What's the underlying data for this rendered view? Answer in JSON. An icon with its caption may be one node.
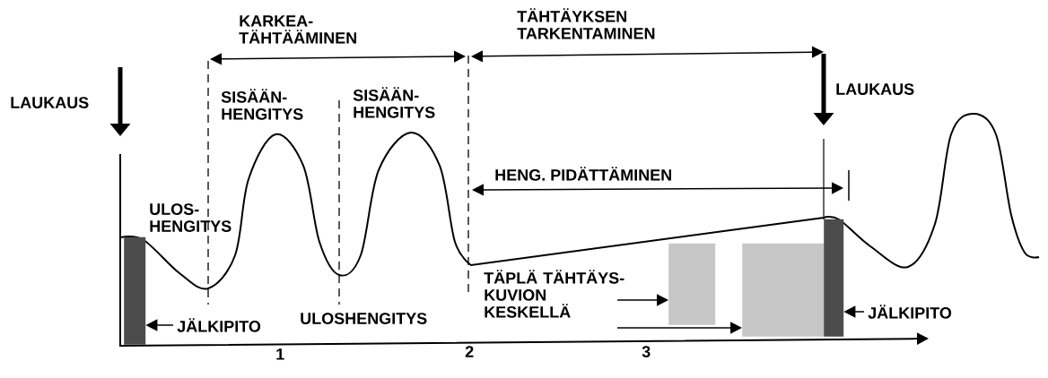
{
  "diagram": {
    "nodes": [
      {
        "text": [
          "JÄLKIPITO"
        ]
      },
      {
        "text": [],
        "shape": "bar"
      },
      {
        "text": [
          "TÄPLÄ TÄHTÄYS- KUVION KESKELLÄ"
        ]
      },
      {
        "text": [],
        "shape": "box"
      },
      {
        "text": [],
        "shape": "box"
      },
      {
        "text": [
          "JÄLKIPITO"
        ]
      },
      {
        "text": [],
        "shape": "bar"
      }
    ],
    "edges": [
      {
        "from": 0,
        "to": 1,
        "arrow": "to"
      },
      {
        "from": 2,
        "to": 3,
        "arrow": "to"
      },
      {
        "from": 2,
        "to": 4,
        "arrow": "to"
      },
      {
        "from": 5,
        "to": 6,
        "arrow": "to"
      }
    ],
    "labels": [
      "KARKEA- TÄHTÄÄMINEN",
      "TÄHTÄYKSEN TARKENTAMINEN",
      "LAUKAUS",
      "SISÄÄN- HENGITYS",
      "SISÄÄN- HENGITYS",
      "LAUKAUS",
      "ULOS- HENGITYS",
      "HENG. PIDÄTTÄMINEN",
      "ULOSHENGITYS",
      "1",
      "2",
      "3"
    ]
  }
}
